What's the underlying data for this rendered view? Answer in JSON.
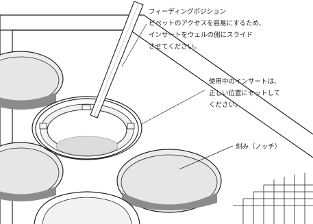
{
  "diagram": {
    "label_feeding": {
      "lines": [
        "フィーディングポジション",
        "ピペットのアクセスを容易にするため、",
        "インサートをウェルの側にスライド",
        "させてください。"
      ]
    },
    "label_insert": {
      "lines": [
        "使用中のインサートは、",
        "正しい位置にセットして",
        "ください。"
      ]
    },
    "label_notch": {
      "text": "刻み（ノッチ）"
    }
  },
  "colors": {
    "line": "#222222",
    "well_fill": "#e6e6e6",
    "well_bottom": "#8c8c8c",
    "membrane": "#dcdcdc"
  }
}
